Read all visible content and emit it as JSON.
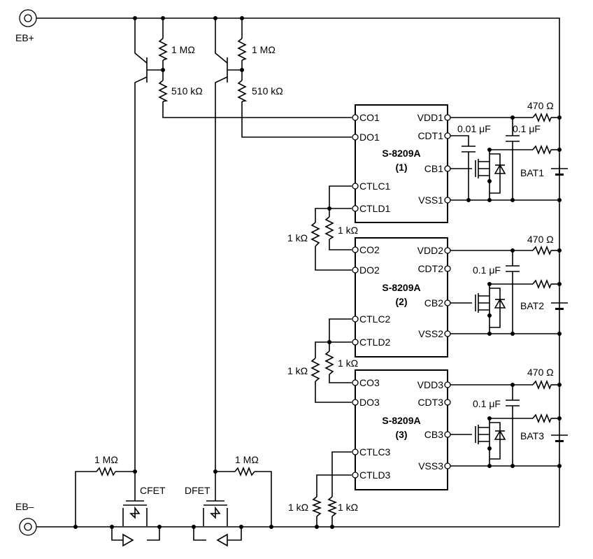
{
  "terminals": {
    "eb_plus": "EB+",
    "eb_minus": "EB–"
  },
  "top_transistors": {
    "r1_left": "1 MΩ",
    "r2_left": "510 kΩ",
    "r1_right": "1 MΩ",
    "r2_right": "510 kΩ"
  },
  "ics": [
    {
      "name": "S-8209A",
      "index": "(1)",
      "pins_left": [
        "CO1",
        "DO1",
        "CTLC1",
        "CTLD1"
      ],
      "pins_right": [
        "VDD1",
        "CDT1",
        "CB1",
        "VSS1"
      ]
    },
    {
      "name": "S-8209A",
      "index": "(2)",
      "pins_left": [
        "CO2",
        "DO2",
        "CTLC2",
        "CTLD2"
      ],
      "pins_right": [
        "VDD2",
        "CDT2",
        "CB2",
        "VSS2"
      ]
    },
    {
      "name": "S-8209A",
      "index": "(3)",
      "pins_left": [
        "CO3",
        "DO3",
        "CTLC3",
        "CTLD3"
      ],
      "pins_right": [
        "VDD3",
        "CDT3",
        "CB3",
        "VSS3"
      ]
    }
  ],
  "cells": [
    {
      "battery": "BAT1",
      "resistor": "470 Ω",
      "cdt_cap": "0.01 μF",
      "vdd_cap": "0.1 μF"
    },
    {
      "battery": "BAT2",
      "resistor": "470 Ω",
      "vdd_cap": "0.1 μF"
    },
    {
      "battery": "BAT3",
      "resistor": "470 Ω",
      "vdd_cap": "0.1 μF"
    }
  ],
  "link_resistors": {
    "r12_left": "1 kΩ",
    "r12_right": "1 kΩ",
    "r23_left": "1 kΩ",
    "r23_right": "1 kΩ",
    "bottom_left": "1 kΩ",
    "bottom_right": "1 kΩ"
  },
  "fets": {
    "cfet": "CFET",
    "dfet": "DFET",
    "cfet_gate_r": "1 MΩ",
    "dfet_gate_r": "1 MΩ"
  }
}
